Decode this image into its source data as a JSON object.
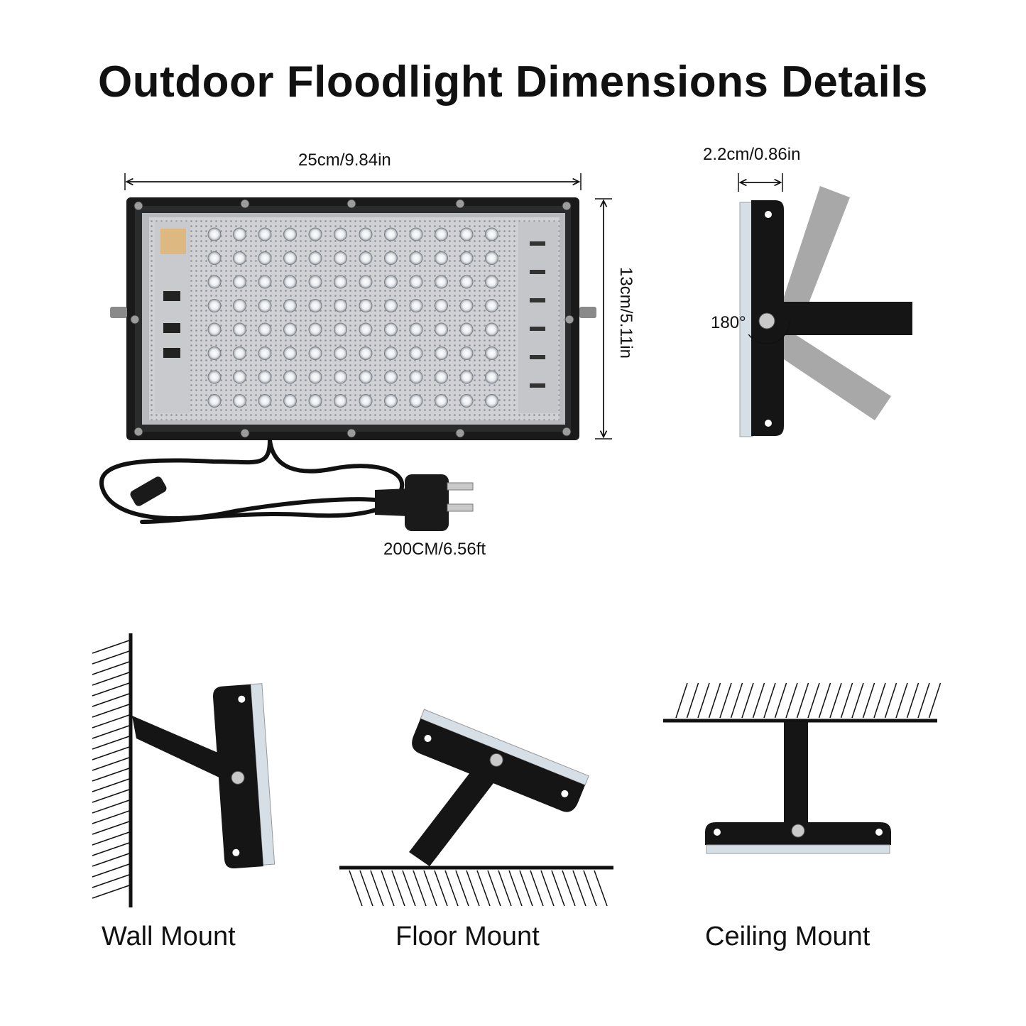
{
  "title": "Outdoor Floodlight Dimensions Details",
  "dimensions": {
    "width": "25cm/9.84in",
    "height": "13cm/5.11in",
    "thickness": "2.2cm/0.86in",
    "cable": "200CM/6.56ft",
    "rotation": "180°"
  },
  "mounts": {
    "wall": "Wall Mount",
    "floor": "Floor Mount",
    "ceiling": "Ceiling Mount"
  },
  "colors": {
    "housing": "#1a1a1a",
    "panel": "#d9dadc",
    "led": "#f4f6f8",
    "bracket_ghost": "#a8a8a8"
  }
}
